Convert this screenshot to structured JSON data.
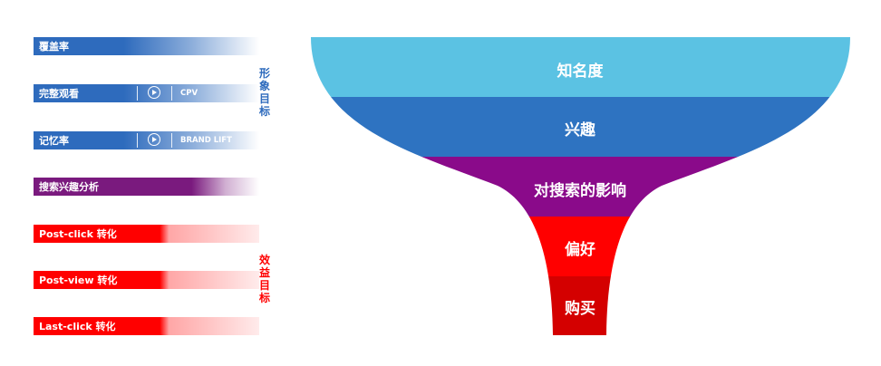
{
  "left_bars": [
    {
      "label": "覆盖率"
    },
    {
      "label": "完整观看",
      "sub": "CPV"
    },
    {
      "label": "记忆率",
      "sub": "BRAND LIFT"
    },
    {
      "label": "搜索兴趣分析"
    },
    {
      "label": "Post-click 转化"
    },
    {
      "label": "Post-view 转化"
    },
    {
      "label": "Last-click 转化"
    }
  ],
  "groups": {
    "brand_goal": "形象目标",
    "performance_goal": "效益目标"
  },
  "funnel": {
    "stages": [
      "知名度",
      "兴趣",
      "对搜索的影响",
      "偏好",
      "购买"
    ],
    "colors": [
      "#5bc2e3",
      "#2e73c1",
      "#8a0a8a",
      "#ff0000",
      "#d40000"
    ]
  }
}
